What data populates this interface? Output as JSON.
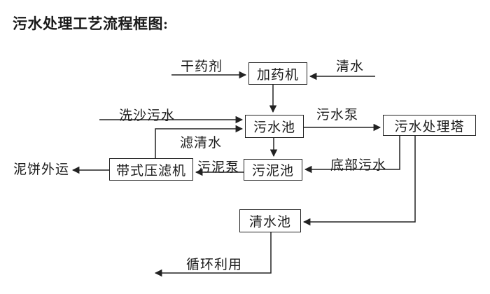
{
  "page": {
    "title": "污水处理工艺流程框图:"
  },
  "diagram": {
    "type": "flowchart",
    "nodes": {
      "dosing_machine": {
        "label": "加药机"
      },
      "sewage_pool": {
        "label": "污水池"
      },
      "treatment_tower": {
        "label": "污水处理塔"
      },
      "sludge_pool": {
        "label": "污泥池"
      },
      "belt_filter_press": {
        "label": "带式压滤机"
      },
      "clear_water_pool": {
        "label": "清水池"
      }
    },
    "flow_labels": {
      "dry_agent": "干药剂",
      "clear_water": "清水",
      "sand_washing_sewage": "洗沙污水",
      "sewage_pump": "污水泵",
      "filtered_water": "滤清水",
      "sludge_pump": "污泥泵",
      "bottom_sewage": "底部污水",
      "mud_cake_out": "泥饼外运",
      "recycle": "循环利用"
    },
    "edges": [
      {
        "from": "dry_agent_source",
        "to": "dosing_machine",
        "label": "干药剂"
      },
      {
        "from": "clear_water_source",
        "to": "dosing_machine",
        "label": "清水"
      },
      {
        "from": "dosing_machine",
        "to": "sewage_pool",
        "label": ""
      },
      {
        "from": "sand_washing_sewage_source",
        "to": "sewage_pool",
        "label": "洗沙污水"
      },
      {
        "from": "belt_filter_press",
        "to": "sewage_pool",
        "label": "滤清水"
      },
      {
        "from": "sewage_pool",
        "to": "treatment_tower",
        "label": "污水泵"
      },
      {
        "from": "sewage_pool",
        "to": "sludge_pool",
        "label": ""
      },
      {
        "from": "treatment_tower",
        "to": "sludge_pool",
        "label": "底部污水"
      },
      {
        "from": "sludge_pool",
        "to": "belt_filter_press",
        "label": "污泥泵"
      },
      {
        "from": "belt_filter_press",
        "to": "mud_cake_out",
        "label": "泥饼外运"
      },
      {
        "from": "treatment_tower",
        "to": "clear_water_pool",
        "label": ""
      },
      {
        "from": "clear_water_pool",
        "to": "recycle_out",
        "label": "循环利用"
      }
    ],
    "colors": {
      "line": "#222222",
      "box_fill": "#ffffff",
      "text": "#1a1a1a",
      "background": "#ffffff"
    }
  }
}
